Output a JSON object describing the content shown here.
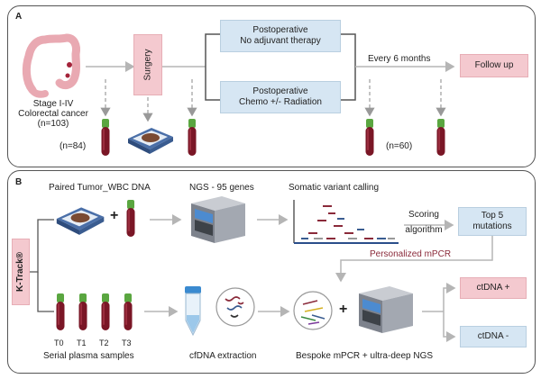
{
  "panel_a": {
    "label": "A",
    "cohort": "Stage I-IV\nColorectal cancer\n(n=103)",
    "surgery": "Surgery",
    "branch_top": "Postoperative\nNo adjuvant therapy",
    "branch_bottom": "Postoperative\nChemo +/- Radiation",
    "interval": "Every 6 months",
    "follow_up": "Follow up",
    "n_baseline": "(n=84)",
    "n_followup": "(n=60)"
  },
  "panel_b": {
    "label": "B",
    "ktrack": "K-Track®",
    "paired": "Paired Tumor_WBC DNA",
    "plus": "+",
    "ngs": "NGS - 95 genes",
    "somatic": "Somatic variant calling",
    "scoring": "Scoring\nalgorithm",
    "top5": "Top 5\nmutations",
    "personalized": "Personalized mPCR",
    "timepoints": [
      "T0",
      "T1",
      "T2",
      "T3"
    ],
    "serial": "Serial plasma samples",
    "cfdna": "cfDNA extraction",
    "plus2": "+",
    "bespoke": "Bespoke mPCR + ultra-deep NGS",
    "ctdna_pos": "ctDNA +",
    "ctdna_neg": "ctDNA -"
  },
  "colors": {
    "blue_box": "#d6e6f3",
    "pink_box": "#f4c9cf",
    "blood_red": "#7a1626",
    "tube_cap": "#5aa640",
    "arrow_gray": "#b5b5b5",
    "personalized_text": "#8a2a3a"
  },
  "icons": [
    "colon-icon",
    "blood-tube-icon",
    "tissue-cassette-icon",
    "sequencer-icon",
    "variant-plot-icon",
    "cfdna-tube-icon",
    "dna-fragments-icon"
  ]
}
